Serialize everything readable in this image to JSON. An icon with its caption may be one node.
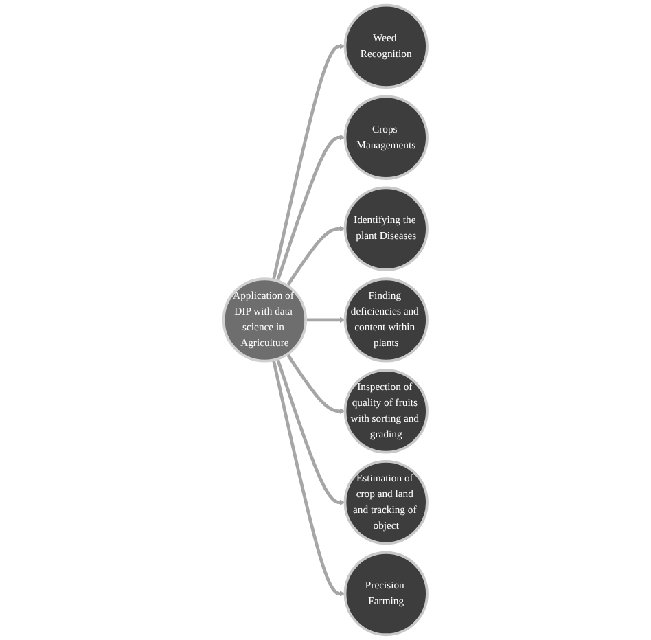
{
  "diagram": {
    "nodes": [
      {
        "text": [
          "Weed Recognition"
        ]
      },
      {
        "text": [
          "Precision Farming"
        ]
      },
      {
        "text": [
          "Crops Managements"
        ]
      },
      {
        "text": [
          "Application of DIP with data science in Agriculture"
        ]
      },
      {
        "text": [
          "Estimation of crop and land and tracking of object"
        ]
      },
      {
        "text": [
          "Identifying the plant Diseases"
        ]
      },
      {
        "text": [
          "Inspection of quality of fruits with sorting and grading"
        ]
      },
      {
        "text": [
          "Finding deficiencies and content within plants"
        ]
      }
    ],
    "edges": [
      {
        "from": 3,
        "to": 0,
        "arrow": "to"
      },
      {
        "from": 3,
        "to": 2,
        "arrow": "to"
      },
      {
        "from": 3,
        "to": 5,
        "arrow": "to"
      },
      {
        "from": 3,
        "to": 7,
        "arrow": "to"
      },
      {
        "from": 3,
        "to": 6,
        "arrow": "to"
      },
      {
        "from": 3,
        "to": 4,
        "arrow": "to"
      },
      {
        "from": 3,
        "to": 1,
        "arrow": "to"
      }
    ]
  }
}
